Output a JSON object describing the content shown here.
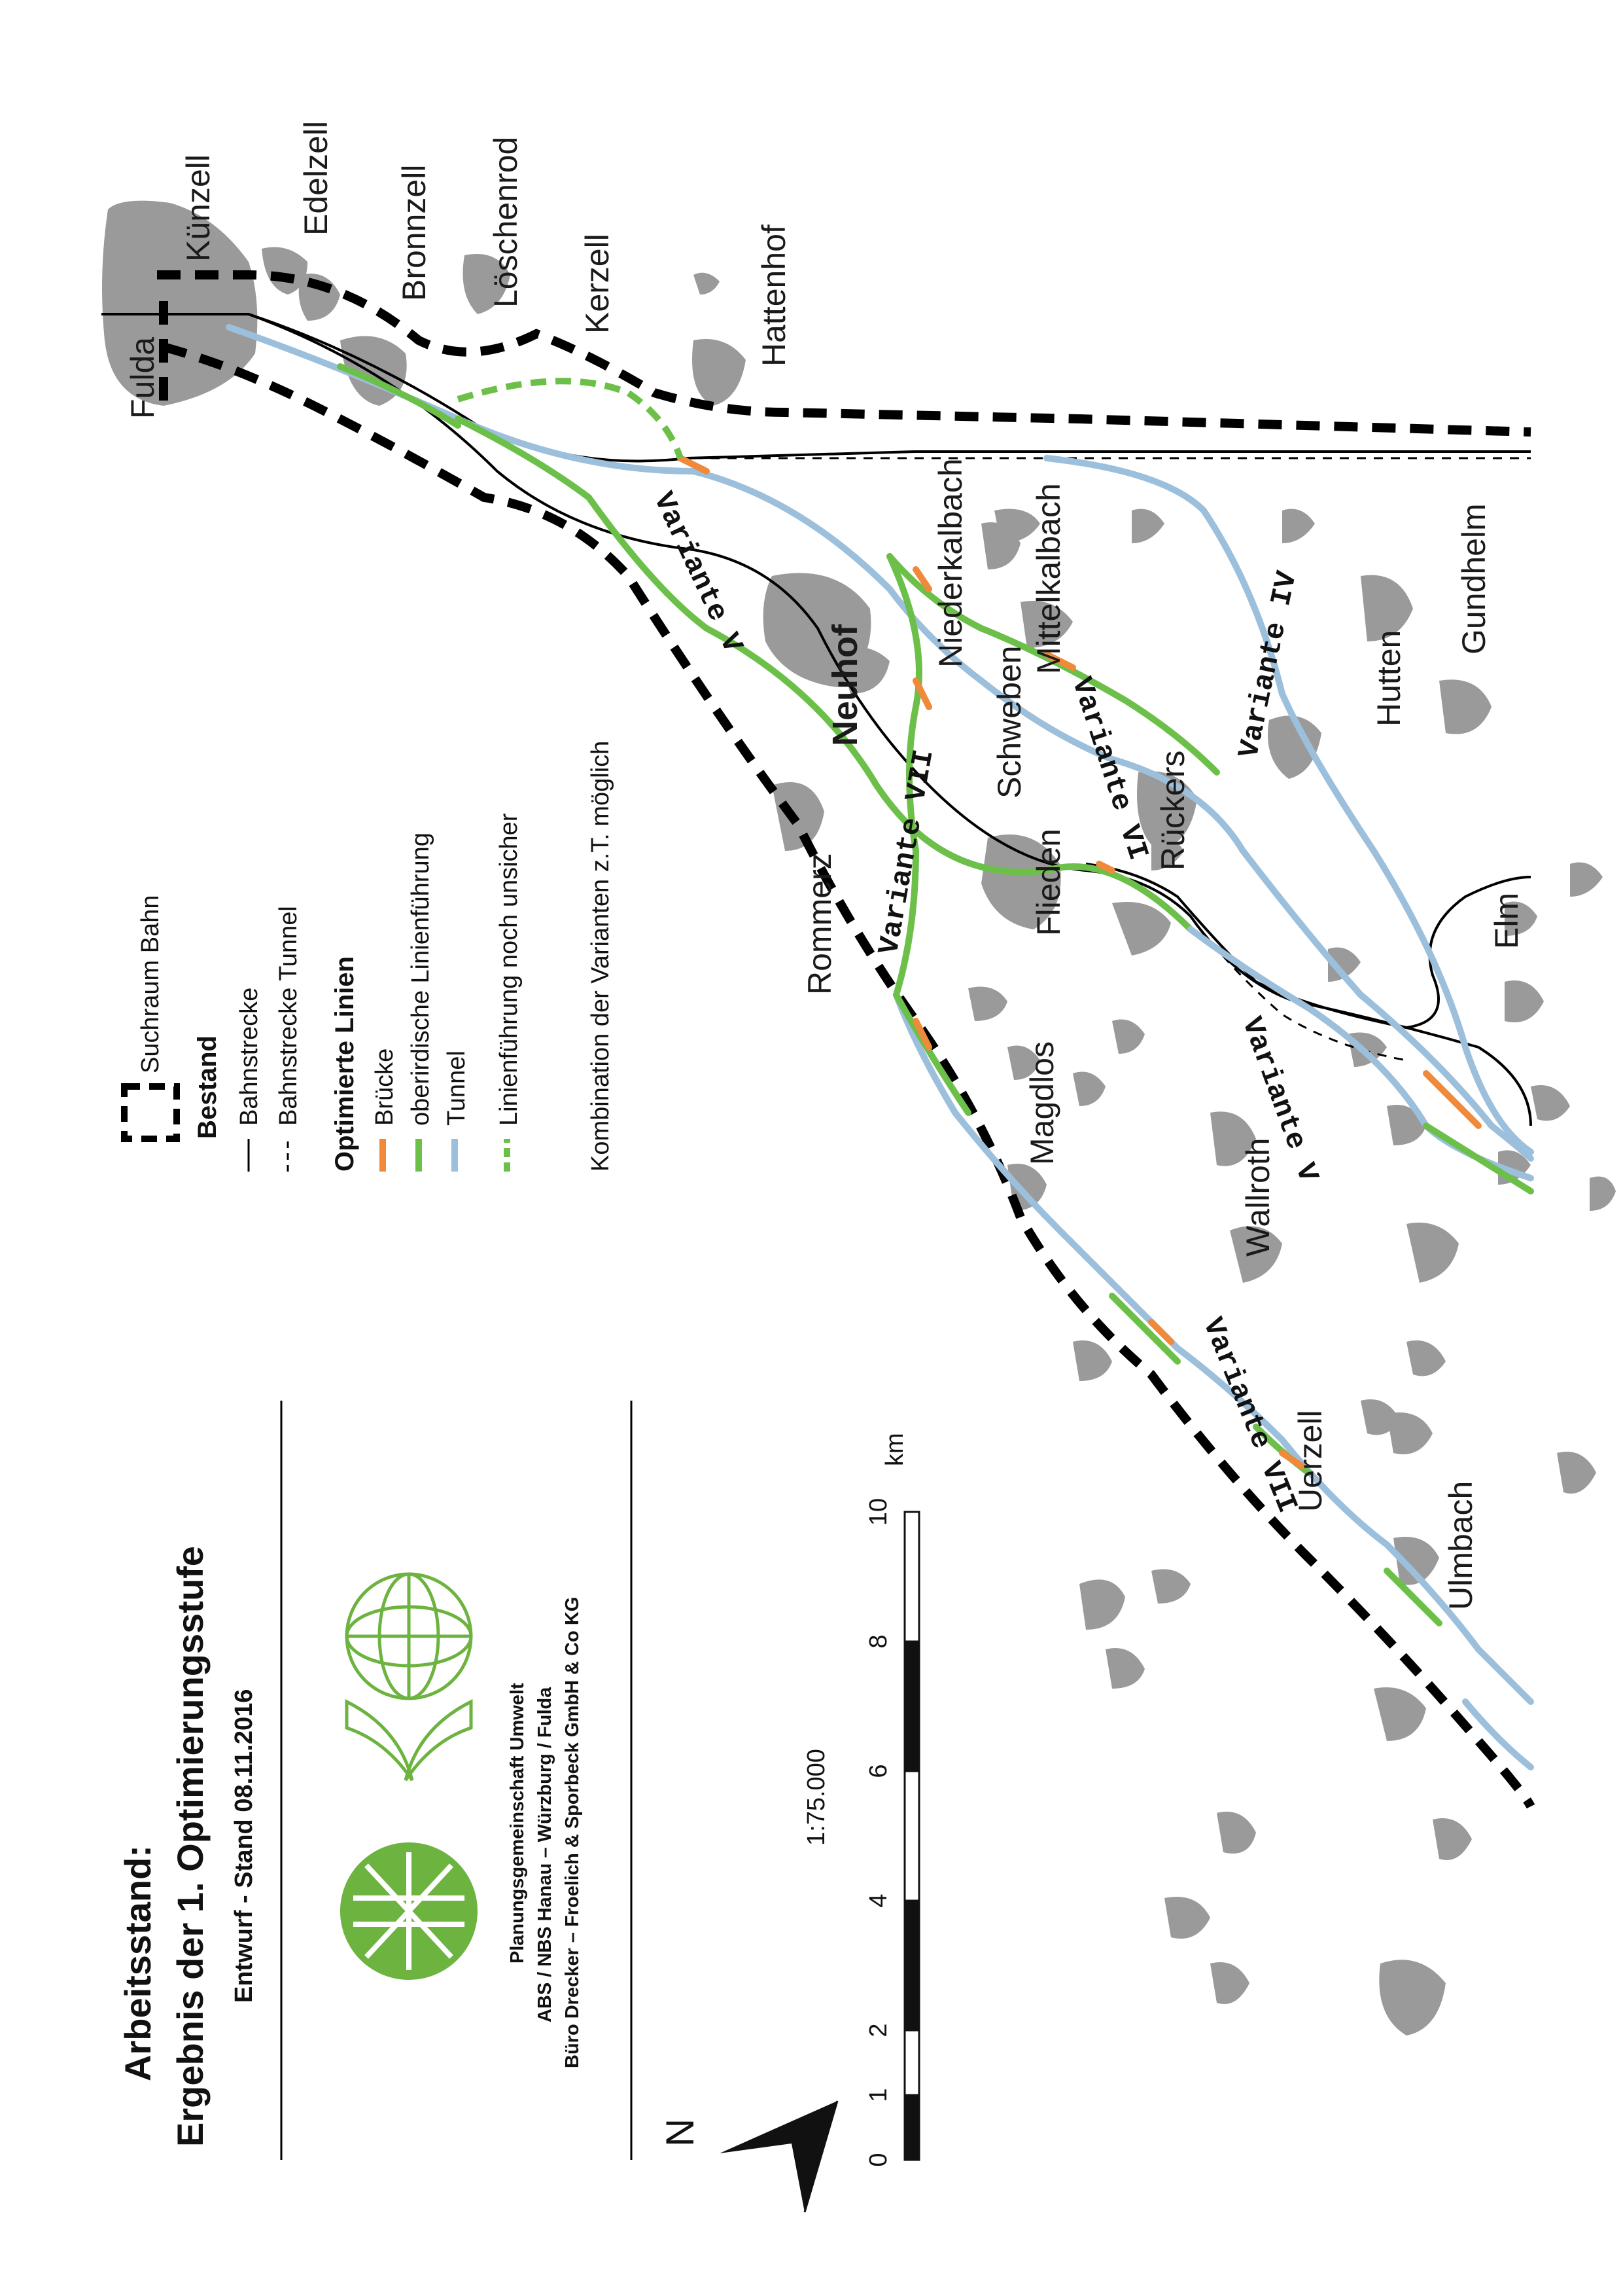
{
  "title": {
    "line1": "Arbeitsstand:",
    "line2": "Ergebnis der 1. Optimierungsstufe",
    "line3": "Entwurf - Stand 08.11.2016"
  },
  "credits": {
    "line1": "Planungsgemeinschaft Umwelt",
    "line2": "ABS / NBS Hanau – Würzburg / Fulda",
    "line3": "Büro Drecker – Froelich & Sporbeck GmbH & Co KG"
  },
  "north_label": "N",
  "scale": {
    "ratio": "1:75.000",
    "ticks": [
      "0",
      "1",
      "2",
      "4",
      "6",
      "8",
      "10"
    ],
    "unit": "km"
  },
  "legend": {
    "suchraum": "Suchraum Bahn",
    "bestand_heading": "Bestand",
    "bahnstrecke": "Bahnstrecke",
    "bahnstrecke_tunnel": "Bahnstrecke Tunnel",
    "optimierte_heading": "Optimierte Linien",
    "bruecke": "Brücke",
    "oberirdisch": "oberirdische Linienführung",
    "tunnel": "Tunnel",
    "unsicher": "Linienführung noch unsicher",
    "kombination": "Kombination der Varianten z.T. möglich"
  },
  "places": {
    "fulda": "Fulda",
    "kuenzell": "Künzell",
    "edelzell": "Edelzell",
    "bronnzell": "Bronnzell",
    "loeschenrod": "Löschenrod",
    "kerzell": "Kerzell",
    "hattenhof": "Hattenhof",
    "niederkalbach": "Niederkalbach",
    "mittelkalbach": "Mittelkalbach",
    "gundhelm": "Gundhelm",
    "hutten": "Hutten",
    "neuhof": "Neuhof",
    "schweben": "Schweben",
    "rueckers": "Rückers",
    "flieden": "Flieden",
    "rommerz": "Rommerz",
    "elm": "Elm",
    "magdlos": "Magdlos",
    "wallroth": "Wallroth",
    "uerzell": "Uerzell",
    "ulmbach": "Ulmbach"
  },
  "variants": {
    "v_north": "Variante V",
    "v_south": "Variante V",
    "iv": "Variante IV",
    "vi": "Variante VI",
    "vii_north": "Variante VII",
    "vii_south": "Variante VII"
  },
  "colors": {
    "bridge": "#f0893a",
    "surface": "#6cc04a",
    "tunnel": "#9cbfdc",
    "settlement": "#9a9a9a",
    "logo_green": "#6cb33f"
  }
}
